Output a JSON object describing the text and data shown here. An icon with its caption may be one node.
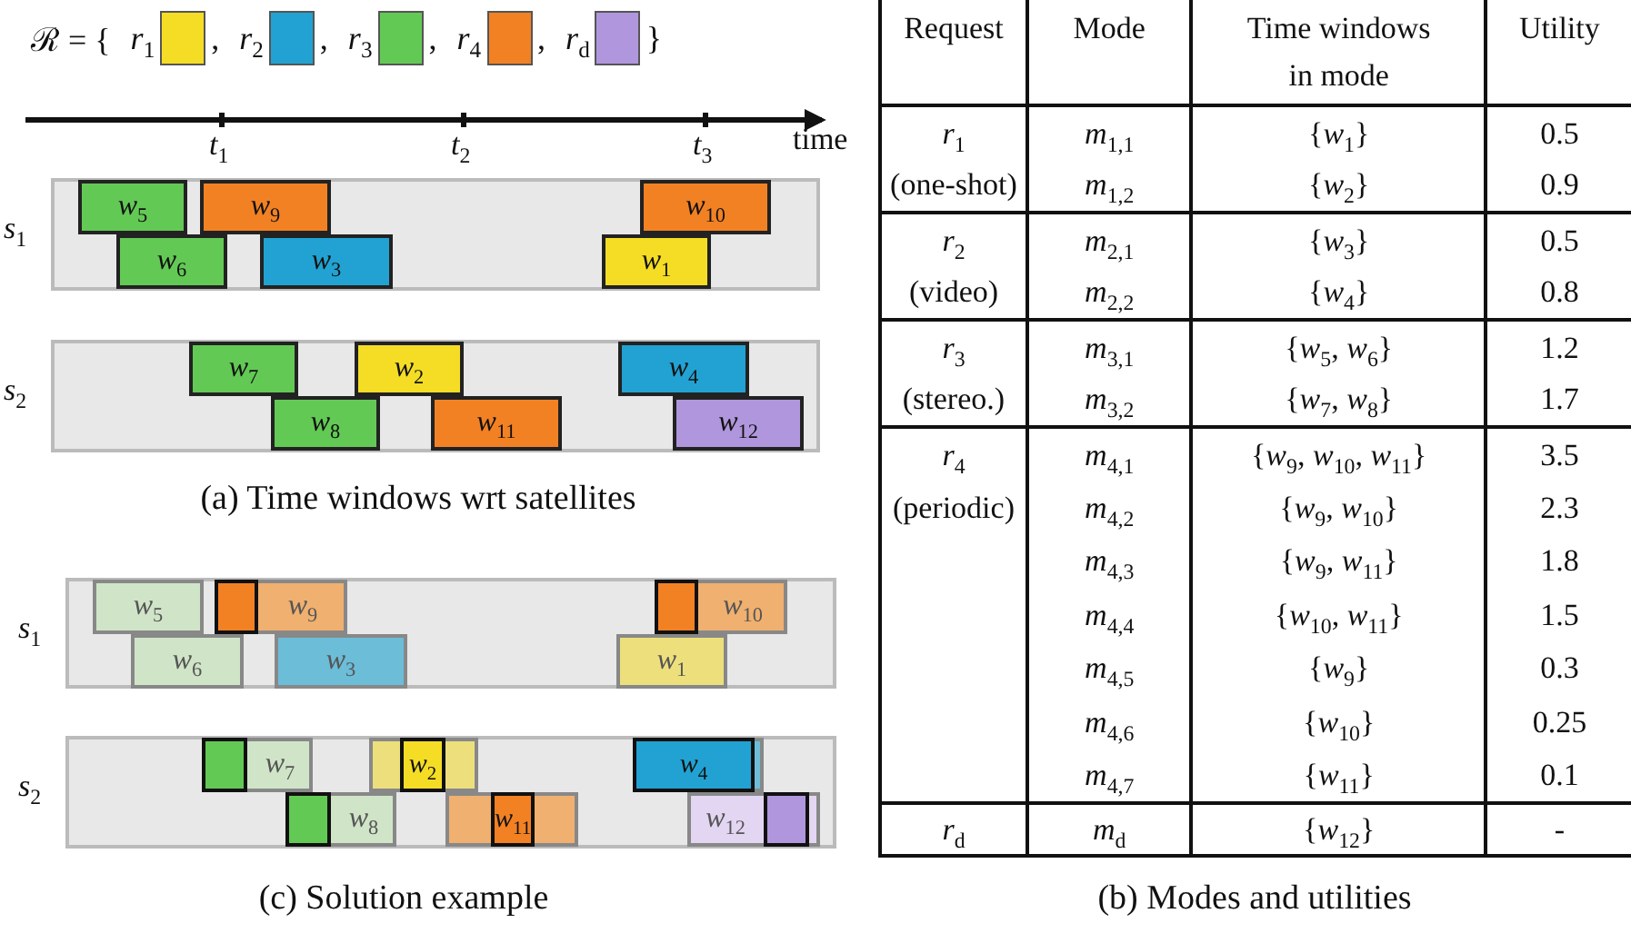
{
  "diagram": {
    "nodes": [
      {
        "text": [
          "*s*$_{1}$"
        ]
      },
      {
        "text": [
          "*w*$_{5}$"
        ],
        "in": 0
      },
      {
        "text": [
          "*w*$_{9}$"
        ],
        "in": 0
      },
      {
        "text": [
          "*w*$_{10}$"
        ],
        "in": 0
      },
      {
        "text": [
          "*w*$_{6}$"
        ],
        "in": 0
      },
      {
        "text": [
          "*w*$_{3}$"
        ],
        "in": 0
      },
      {
        "text": [
          "*w*$_{1}$"
        ],
        "in": 0
      },
      {
        "text": [
          "*s*$_{2}$"
        ]
      },
      {
        "text": [
          "*w*$_{7}$"
        ],
        "in": 7
      },
      {
        "text": [
          "*w*$_{2}$"
        ],
        "in": 7
      },
      {
        "text": [
          "*w*$_{4}$"
        ],
        "in": 7
      },
      {
        "text": [
          "*w*$_{8}$"
        ],
        "in": 7
      },
      {
        "text": [
          "*w*$_{11}$"
        ],
        "in": 7
      },
      {
        "text": [
          "*w*$_{12}$"
        ],
        "in": 7
      },
      {
        "text": [
          "*s*$_{1}$"
        ]
      },
      {
        "text": [
          "*w*$_{5}$"
        ],
        "in": 14
      },
      {
        "text": [
          "*w*$_{9}$"
        ],
        "in": 14
      },
      {
        "text": [
          "*w*$_{10}$"
        ],
        "in": 14
      },
      {
        "text": [
          "*w*$_{6}$"
        ],
        "in": 14
      },
      {
        "text": [
          "*w*$_{3}$"
        ],
        "in": 14
      },
      {
        "text": [
          "*w*$_{1}$"
        ],
        "in": 14
      },
      {
        "text": [],
        "shape": "box",
        "in": 16
      },
      {
        "text": [],
        "shape": "box",
        "in": 17
      },
      {
        "text": [
          "*s*$_{2}$"
        ]
      },
      {
        "text": [
          "*w*$_{7}$"
        ],
        "in": 23
      },
      {
        "text": [],
        "shape": "box",
        "in": 23
      },
      {
        "text": [],
        "shape": "box",
        "in": 23
      },
      {
        "text": [
          "*w*$_{8}$"
        ],
        "in": 23
      },
      {
        "text": [],
        "shape": "box",
        "in": 23
      },
      {
        "text": [
          "*w*$_{12}$"
        ],
        "in": 23
      },
      {
        "text": [],
        "shape": "box",
        "in": 24
      },
      {
        "text": [
          "*w*$_{2}$"
        ],
        "in": 25
      },
      {
        "text": [
          "*w*$_{4}$"
        ],
        "in": 26
      },
      {
        "text": [],
        "shape": "box",
        "in": 27
      },
      {
        "text": [
          "*w*$_{11}$"
        ],
        "in": 28
      },
      {
        "text": [],
        "shape": "box",
        "in": 29
      }
    ],
    "labels": [
      "ℛ = {",
      ",",
      ",",
      ",",
      ",",
      "}",
      "*t*$_{1}$",
      "*t*$_{2}$",
      "*t*$_{3}$",
      "time",
      "(a) Time windows wrt satellites",
      "(c) Solution example",
      "Request",
      "Mode",
      "Time windows in mode",
      "Utility",
      "*r*$_{1}$",
      "*m*$_{1,1}$",
      "{*w*$_{1}$}",
      "0.5",
      "(one-shot)",
      "*m*$_{1,2}$",
      "{*w*$_{2}$}",
      "0.9",
      "*r*$_{2}$",
      "*m*$_{2,1}$",
      "{*w*$_{3}$}",
      "0.5",
      "(video)",
      "*m*$_{2,2}$",
      "{*w*$_{4}$}",
      "0.8",
      "*r*$_{3}$",
      "*m*$_{3,1}$",
      "{*w*$_{5}$, *w*$_{6}$}",
      "1.2",
      "(stereo.)",
      "*m*$_{3,2}$",
      "{*w*$_{7}$, *w*$_{8}$}",
      "1.7",
      "*r*$_{4}$",
      "*m*$_{4,1}$",
      "{*w*$_{9}$, *w*$_{10}$, *w*$_{11}$}",
      "3.5",
      "(periodic)",
      "*m*$_{4,2}$",
      "{*w*$_{9}$, *w*$_{10}$}",
      "2.3",
      "*m*$_{4,3}$",
      "{*w*$_{9}$, *w*$_{11}$}",
      "1.8",
      "*m*$_{4,4}$",
      "{*w*$_{10}$, *w*$_{11}$}",
      "1.5",
      "*m*$_{4,5}$",
      "{*w*$_{9}$}",
      "0.3",
      "*m*$_{4,6}$",
      "{*w*$_{10}$}",
      "0.25",
      "*m*$_{4,7}$",
      "{*w*$_{11}$}",
      "0.1",
      "*r*$_{d}$",
      "*m*$_{d}$",
      "{*w*$_{12}$}",
      "-",
      "(b) Modes and utilities"
    ],
    "legend": [
      {
        "text": "*r*$_{1}$",
        "color": "#f5dd25"
      },
      {
        "text": "*r*$_{2}$",
        "color": "#22a2d2"
      },
      {
        "text": "*r*$_{3}$",
        "color": "#63c955"
      },
      {
        "text": "*r*$_{4}$",
        "color": "#f28124"
      },
      {
        "text": "*r*$_{d}$",
        "color": "#b096dc"
      }
    ]
  }
}
